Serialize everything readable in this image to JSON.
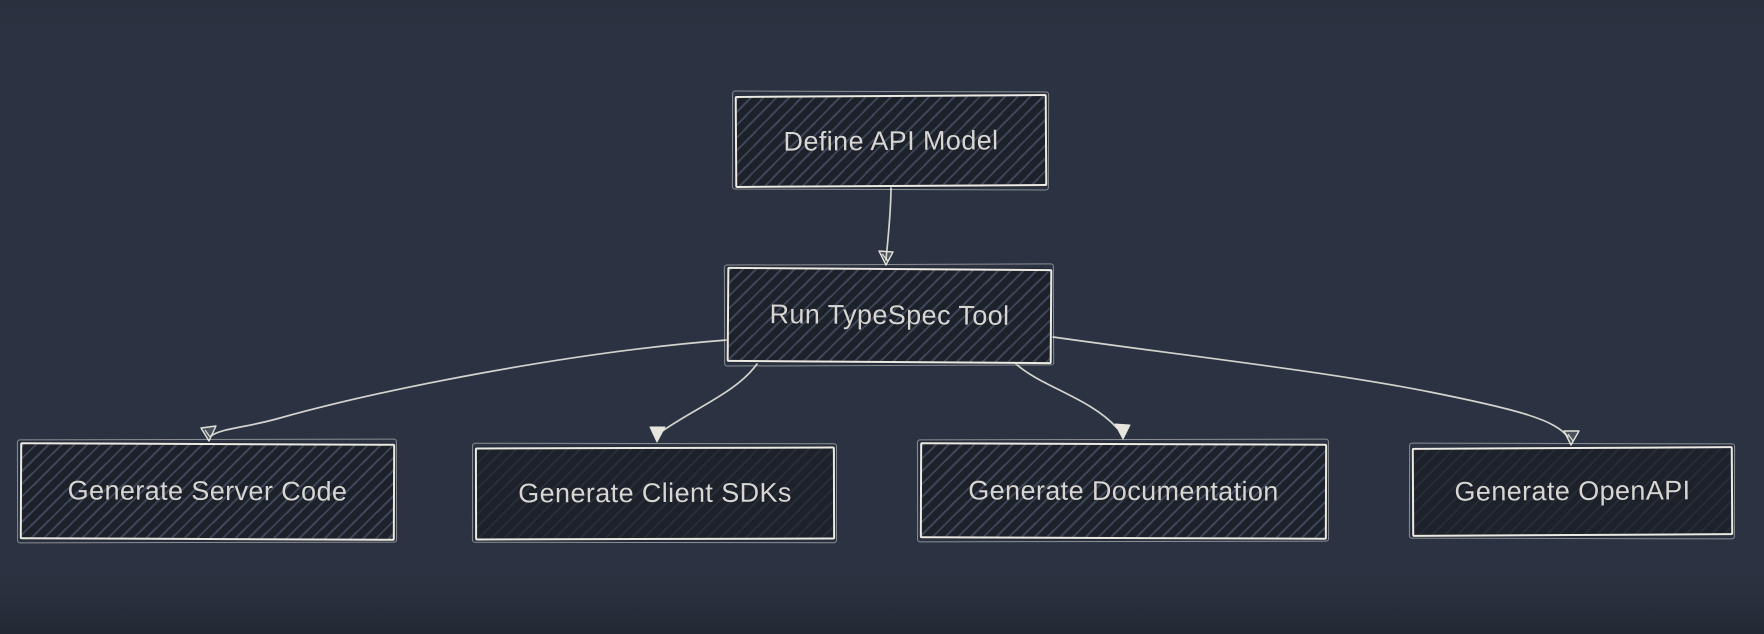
{
  "diagram": {
    "type": "flowchart",
    "direction": "top-down",
    "style": "hand-drawn-sketch",
    "colors": {
      "background": "#2b3342",
      "node_fill": "#1d212a",
      "node_hatch": "#3c4558",
      "node_border": "#eceae3",
      "node_text": "#d7d6d2",
      "edge_stroke": "#dddcd5"
    },
    "nodes": [
      {
        "id": "define-api-model",
        "label": "Define API Model"
      },
      {
        "id": "run-typespec-tool",
        "label": "Run TypeSpec Tool"
      },
      {
        "id": "generate-server-code",
        "label": "Generate Server Code"
      },
      {
        "id": "generate-client-sdks",
        "label": "Generate Client SDKs"
      },
      {
        "id": "generate-documentation",
        "label": "Generate Documentation"
      },
      {
        "id": "generate-openapi",
        "label": "Generate OpenAPI"
      }
    ],
    "edges": [
      {
        "from": "define-api-model",
        "to": "run-typespec-tool",
        "arrowhead": "sketch"
      },
      {
        "from": "run-typespec-tool",
        "to": "generate-server-code",
        "arrowhead": "sketch"
      },
      {
        "from": "run-typespec-tool",
        "to": "generate-client-sdks",
        "arrowhead": "solid"
      },
      {
        "from": "run-typespec-tool",
        "to": "generate-documentation",
        "arrowhead": "solid"
      },
      {
        "from": "run-typespec-tool",
        "to": "generate-openapi",
        "arrowhead": "sketch"
      }
    ]
  }
}
